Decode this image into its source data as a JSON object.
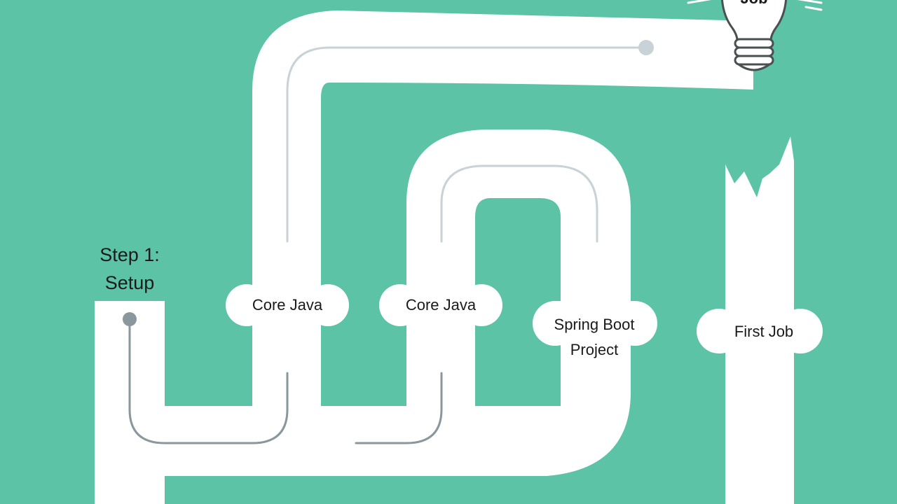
{
  "colors": {
    "background": "#5cc3a6",
    "path": "#ffffff",
    "track": "#c9d2d6",
    "track_dark": "#8a979c",
    "text": "#1a1a1a"
  },
  "diagram": {
    "start_label": [
      "Step 1:",
      "Setup"
    ],
    "nodes": [
      {
        "lines": [
          "Core Java"
        ]
      },
      {
        "lines": [
          "Core Java"
        ]
      },
      {
        "lines": [
          "Spring Boot",
          "Project"
        ]
      },
      {
        "lines": [
          "First Job"
        ]
      }
    ],
    "goal": {
      "icon": "light-bulb-icon",
      "lines": [
        "Job"
      ]
    }
  }
}
